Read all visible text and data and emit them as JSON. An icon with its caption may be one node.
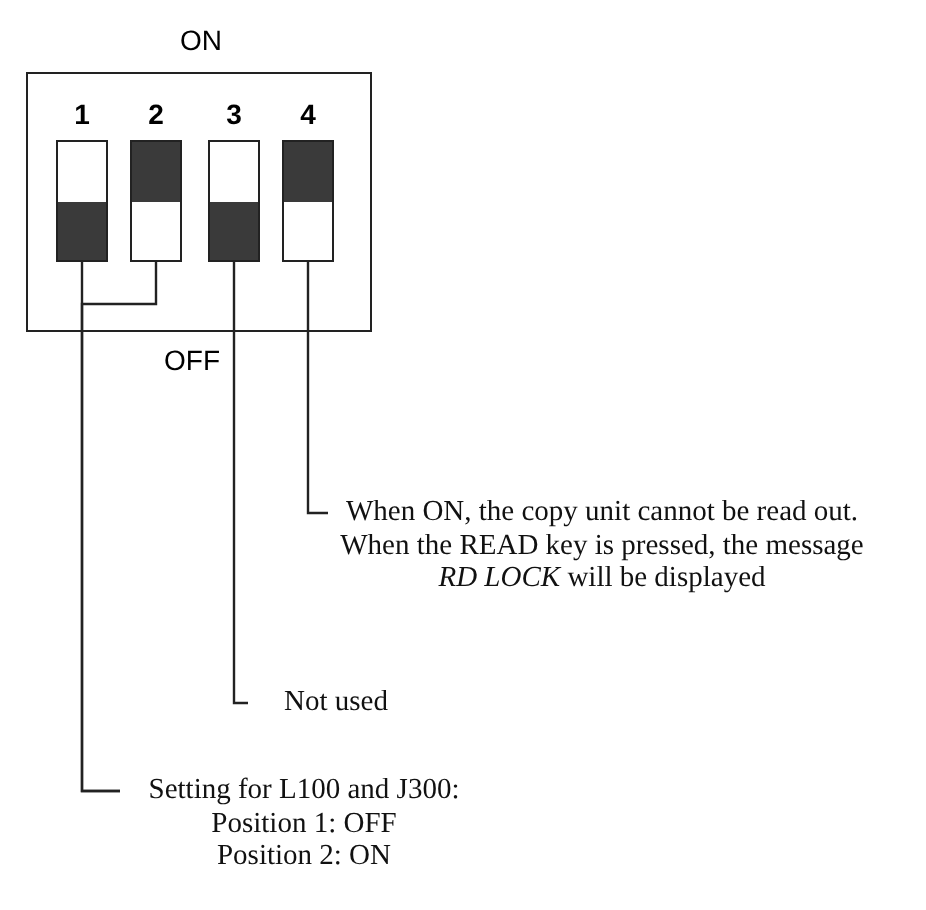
{
  "diagram": {
    "nodes": [
      {
        "text": [],
        "shape": "box"
      },
      {
        "text": [
          "1"
        ],
        "in": 0
      },
      {
        "text": [
          "2"
        ],
        "in": 0
      },
      {
        "text": [
          "3"
        ],
        "in": 0
      },
      {
        "text": [
          "4"
        ],
        "in": 0
      },
      {
        "text": [
          "When ON, the copy unit cannot be read out. When the READ key is pressed, the message *RD LOCK* will be displayed"
        ]
      },
      {
        "text": [
          "Not used"
        ]
      },
      {
        "text": [
          "Setting for L100 and J300:",
          "Position 1: OFF",
          "Position 2: ON"
        ]
      }
    ],
    "edges": [
      {
        "from": 4,
        "to": 5,
        "arrow": "none"
      },
      {
        "from": 3,
        "to": 6,
        "arrow": "none"
      },
      {
        "from": 1,
        "to": 7,
        "arrow": "none"
      },
      {
        "from": 2,
        "to": 7,
        "arrow": "none"
      }
    ],
    "labels": [
      "ON",
      "OFF"
    ]
  }
}
